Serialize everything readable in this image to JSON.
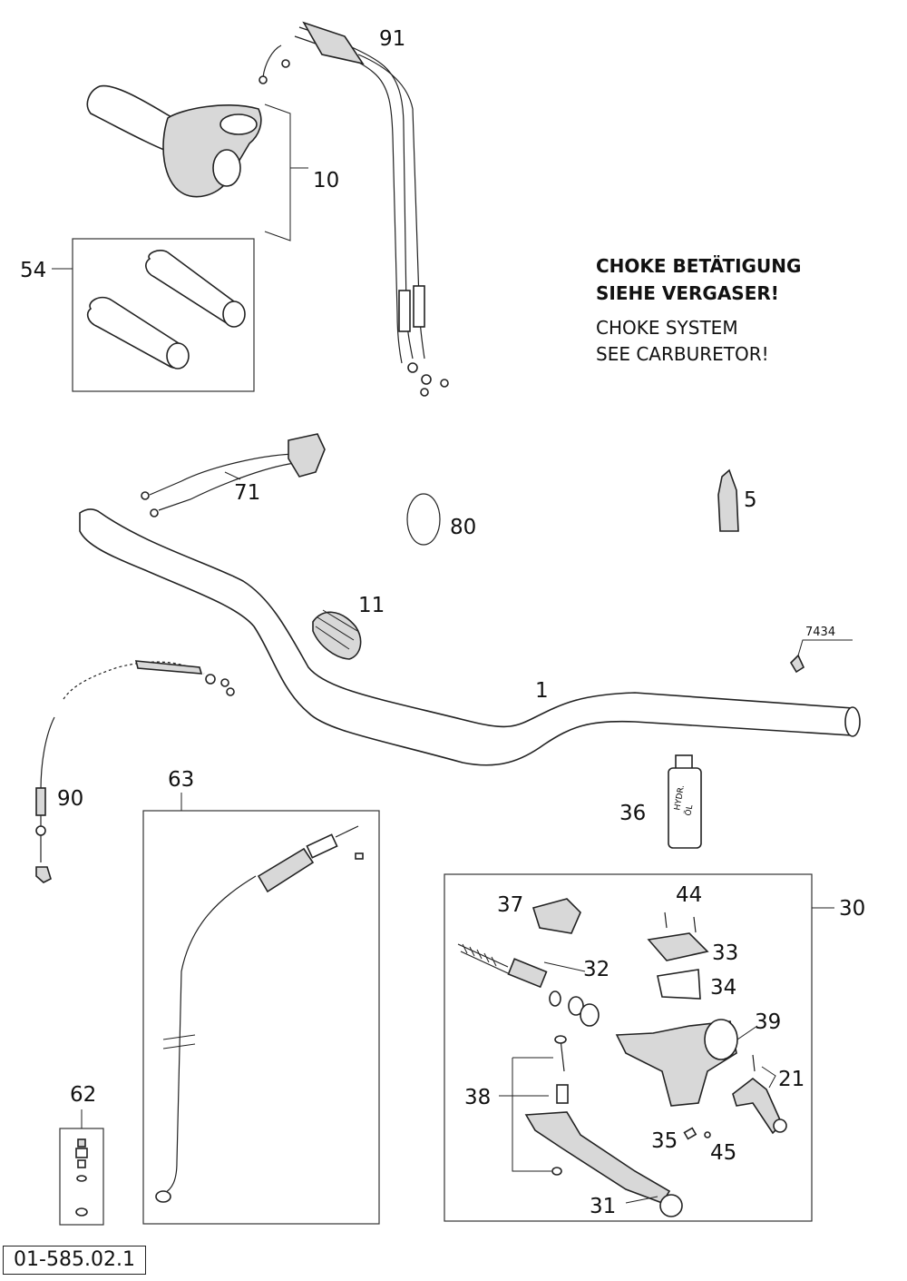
{
  "notes": {
    "line1": "CHOKE BETÄTIGUNG",
    "line2": "SIEHE VERGASER!",
    "line3": "CHOKE SYSTEM",
    "line4": "SEE CARBURETOR!"
  },
  "callouts": {
    "c91": "91",
    "c10": "10",
    "c54": "54",
    "c71": "71",
    "c80": "80",
    "c5": "5",
    "c11": "11",
    "c7434": "7434",
    "c1": "1",
    "c90": "90",
    "c63": "63",
    "c36": "36",
    "c30": "30",
    "c37": "37",
    "c44": "44",
    "c32": "32",
    "c33": "33",
    "c34": "34",
    "c39": "39",
    "c21": "21",
    "c38": "38",
    "c35": "35",
    "c45": "45",
    "c31": "31",
    "c62": "62"
  },
  "labels": {
    "bottle_text_1": "HYDR.",
    "bottle_text_2": "ÖL"
  },
  "document_number": "01-585.02.1"
}
